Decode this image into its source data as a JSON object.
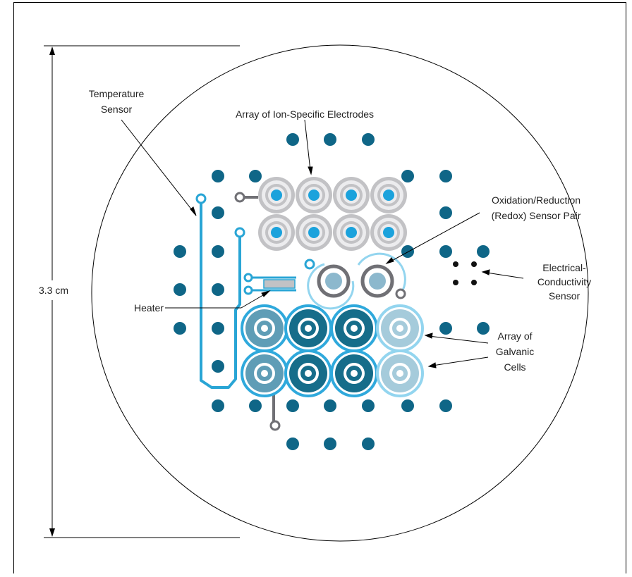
{
  "labels": {
    "temperature_sensor": [
      "Temperature",
      "Sensor"
    ],
    "ion_array": "Array of Ion-Specific Electrodes",
    "redox": [
      "Oxidation/Reduction",
      "(Redox) Sensor Pair"
    ],
    "conductivity": [
      "Electrical-",
      "Conductivity",
      "Sensor"
    ],
    "heater": "Heater",
    "galvanic": [
      "Array of",
      "Galvanic",
      "Cells"
    ],
    "dimension": "3.3 cm"
  },
  "colors": {
    "pad": "#0f6687",
    "ion_ring_outer": "#c2c2c5",
    "ion_ring_inner": "#ececee",
    "ion_core": "#1ba2dc",
    "redox_ring": "#707075",
    "redox_core": "#8cb8cd",
    "trace_blue": "#29a5d5",
    "trace_light": "#93d5ef",
    "trace_gray": "#707075",
    "galv_dark": "#166d8a",
    "galv_mid": "#5f9db6",
    "galv_light": "#a5cbdb",
    "galv_ring": "#2fa9dc",
    "conductivity_dots": "#111111"
  }
}
